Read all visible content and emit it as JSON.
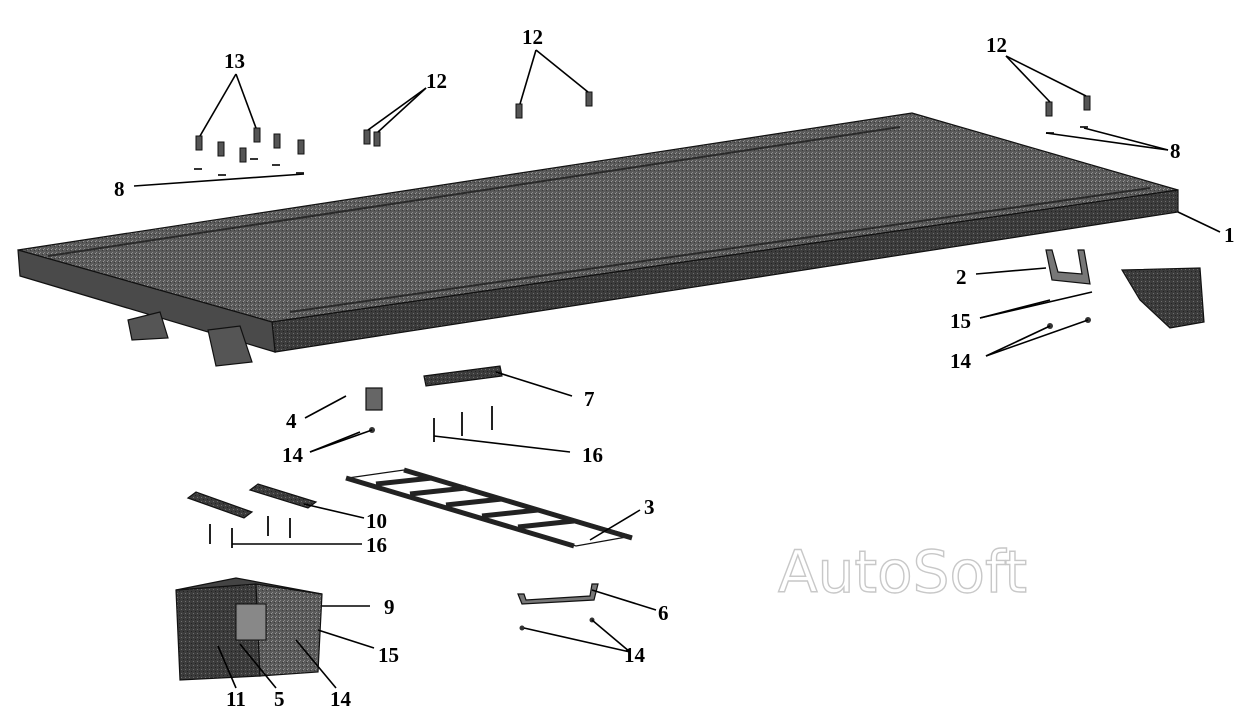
{
  "watermark": "AutoSoft",
  "callouts": [
    {
      "id": "c1",
      "label": "1"
    },
    {
      "id": "c2",
      "label": "2"
    },
    {
      "id": "c3",
      "label": "3"
    },
    {
      "id": "c4",
      "label": "4"
    },
    {
      "id": "c5",
      "label": "5"
    },
    {
      "id": "c6",
      "label": "6"
    },
    {
      "id": "c7",
      "label": "7"
    },
    {
      "id": "c8a",
      "label": "8"
    },
    {
      "id": "c8b",
      "label": "8"
    },
    {
      "id": "c9",
      "label": "9"
    },
    {
      "id": "c10",
      "label": "10"
    },
    {
      "id": "c11",
      "label": "11"
    },
    {
      "id": "c12a",
      "label": "12"
    },
    {
      "id": "c12b",
      "label": "12"
    },
    {
      "id": "c12c",
      "label": "12"
    },
    {
      "id": "c13",
      "label": "13"
    },
    {
      "id": "c14a",
      "label": "14"
    },
    {
      "id": "c14b",
      "label": "14"
    },
    {
      "id": "c14c",
      "label": "14"
    },
    {
      "id": "c14d",
      "label": "14"
    },
    {
      "id": "c15a",
      "label": "15"
    },
    {
      "id": "c15b",
      "label": "15"
    },
    {
      "id": "c16a",
      "label": "16"
    },
    {
      "id": "c16b",
      "label": "16"
    }
  ]
}
